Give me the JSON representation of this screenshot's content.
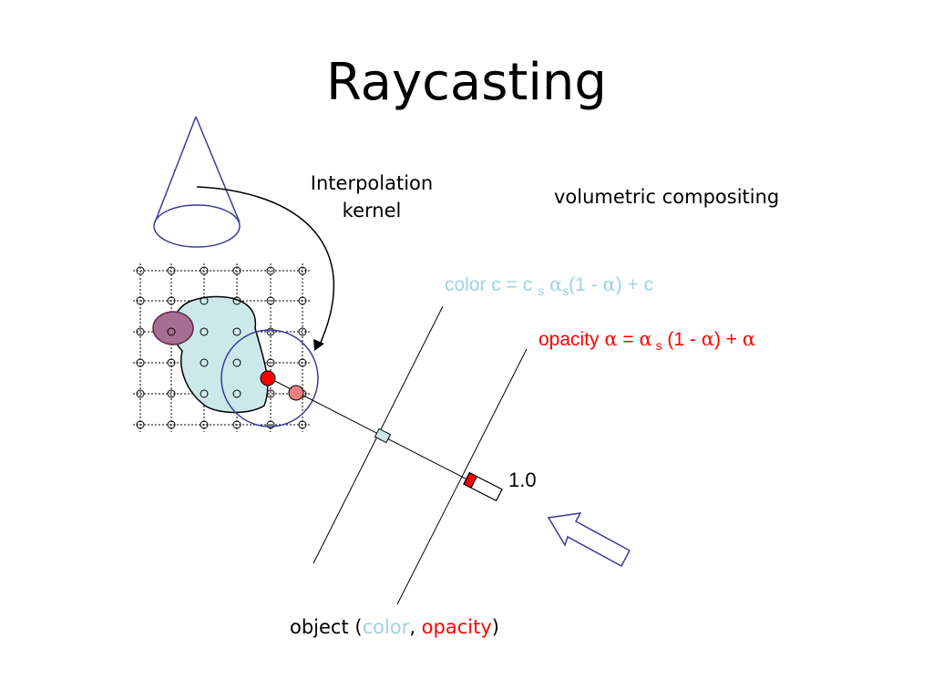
{
  "title": "Raycasting",
  "labels": {
    "interpolation_line1": "Interpolation",
    "interpolation_line2": "kernel",
    "volumetric": "volumetric compositing",
    "one": "1.0"
  },
  "formula_color": {
    "prefix": "color c = c ",
    "sub1": "s",
    "alpha1": "α",
    "sub2": "s",
    "rest1": "(1 - ",
    "alpha2": "α",
    "rest2": ") + c"
  },
  "formula_opacity": {
    "prefix": "opacity ",
    "alpha1": "α",
    "eq": " = ",
    "alpha2": "α",
    "sub": " s",
    "rest1": " (1 - ",
    "alpha3": "α",
    "rest2": ") + ",
    "alpha4": "α"
  },
  "object_label": {
    "prefix": "object (",
    "color": "color",
    "comma": ", ",
    "opacity": "opacity",
    "suffix": ")"
  },
  "colors": {
    "accent_color": "#9ed3e3",
    "accent_opacity": "#ff0000",
    "outline_blue": "#3a3a9a"
  }
}
